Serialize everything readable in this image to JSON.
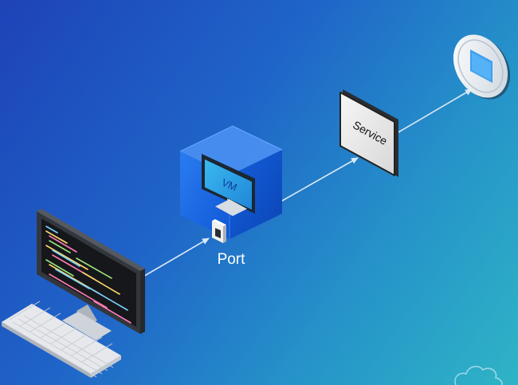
{
  "labels": {
    "vm": "VM",
    "port": "Port",
    "service": "Service"
  },
  "colors": {
    "background_start": "#1e43b8",
    "background_end": "#2fb4c6",
    "cube": "#1a6ce0",
    "arrow": "#dbe8f5",
    "service_card": "#eeeeee",
    "target_inner": "#3f9fef"
  },
  "icons": [
    "computer-icon",
    "keyboard-icon",
    "vm-cube-icon",
    "port-icon",
    "service-card-icon",
    "target-endpoint-icon",
    "cloud-logo-icon"
  ]
}
